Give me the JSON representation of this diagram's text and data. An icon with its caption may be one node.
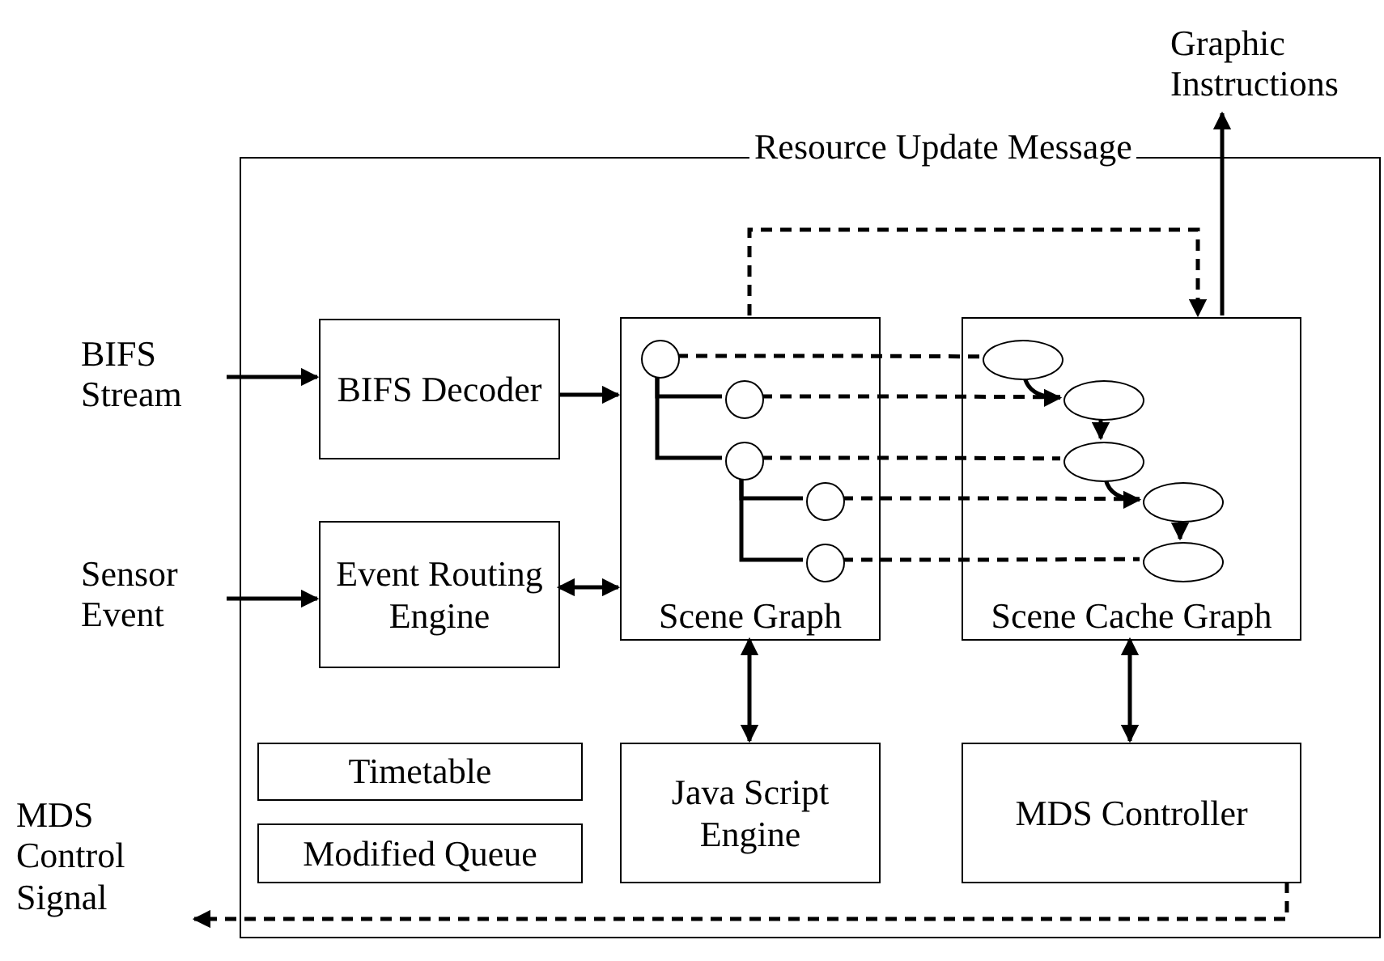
{
  "diagram": {
    "nodes": [
      {
        "text": [],
        "shape": "box"
      },
      {
        "text": [
          "BIFS Stream"
        ]
      },
      {
        "text": [
          "Sensor Event"
        ]
      },
      {
        "text": [
          "MDS Control Signal"
        ]
      },
      {
        "text": [
          "Graphic Instructions"
        ]
      },
      {
        "text": [
          "BIFS Decoder"
        ],
        "in": 0
      },
      {
        "text": [
          "Event Routing Engine"
        ],
        "in": 0
      },
      {
        "text": [
          "Timetable"
        ],
        "in": 0
      },
      {
        "text": [
          "Modified Queue"
        ],
        "in": 0
      },
      {
        "text": [
          "Scene Graph"
        ],
        "in": 0
      },
      {
        "text": [
          "Java Script Engine"
        ],
        "in": 0
      },
      {
        "text": [
          "Scene Cache Graph"
        ],
        "in": 0
      },
      {
        "text": [
          "MDS Controller"
        ],
        "in": 0
      },
      {
        "text": [],
        "shape": "circle",
        "in": 9
      },
      {
        "text": [],
        "shape": "circle",
        "in": 9
      },
      {
        "text": [],
        "shape": "circle",
        "in": 9
      },
      {
        "text": [],
        "shape": "circle",
        "in": 9
      },
      {
        "text": [],
        "shape": "circle",
        "in": 9
      },
      {
        "text": [],
        "shape": "ellipse",
        "in": 11
      },
      {
        "text": [],
        "shape": "ellipse",
        "in": 11
      },
      {
        "text": [],
        "shape": "ellipse",
        "in": 11
      },
      {
        "text": [],
        "shape": "ellipse",
        "in": 11
      },
      {
        "text": [],
        "shape": "ellipse",
        "in": 11
      }
    ],
    "edges": [
      {
        "from": 1,
        "to": 5,
        "arrow": "to"
      },
      {
        "from": 2,
        "to": 6,
        "arrow": "to"
      },
      {
        "from": 5,
        "to": 9,
        "arrow": "to"
      },
      {
        "from": 6,
        "to": 9,
        "arrow": "both"
      },
      {
        "from": 9,
        "to": 10,
        "arrow": "both"
      },
      {
        "from": 9,
        "to": 11,
        "arrow": "to",
        "style": "dashed",
        "label": "Resource Update Message"
      },
      {
        "from": 11,
        "to": 4,
        "arrow": "to"
      },
      {
        "from": 12,
        "to": 3,
        "arrow": "to",
        "style": "dashed"
      },
      {
        "from": 11,
        "to": 12,
        "arrow": "both"
      },
      {
        "from": 13,
        "to": 14,
        "arrow": "none"
      },
      {
        "from": 13,
        "to": 15,
        "arrow": "none"
      },
      {
        "from": 15,
        "to": 16,
        "arrow": "none"
      },
      {
        "from": 15,
        "to": 17,
        "arrow": "none"
      },
      {
        "from": 13,
        "to": 18,
        "arrow": "none",
        "style": "dashed"
      },
      {
        "from": 14,
        "to": 19,
        "arrow": "none",
        "style": "dashed"
      },
      {
        "from": 15,
        "to": 20,
        "arrow": "none",
        "style": "dashed"
      },
      {
        "from": 16,
        "to": 21,
        "arrow": "none",
        "style": "dashed"
      },
      {
        "from": 17,
        "to": 22,
        "arrow": "none",
        "style": "dashed"
      },
      {
        "from": 18,
        "to": 19,
        "arrow": "to"
      },
      {
        "from": 19,
        "to": 20,
        "arrow": "to"
      },
      {
        "from": 20,
        "to": 21,
        "arrow": "to"
      },
      {
        "from": 21,
        "to": 22,
        "arrow": "to"
      }
    ]
  }
}
